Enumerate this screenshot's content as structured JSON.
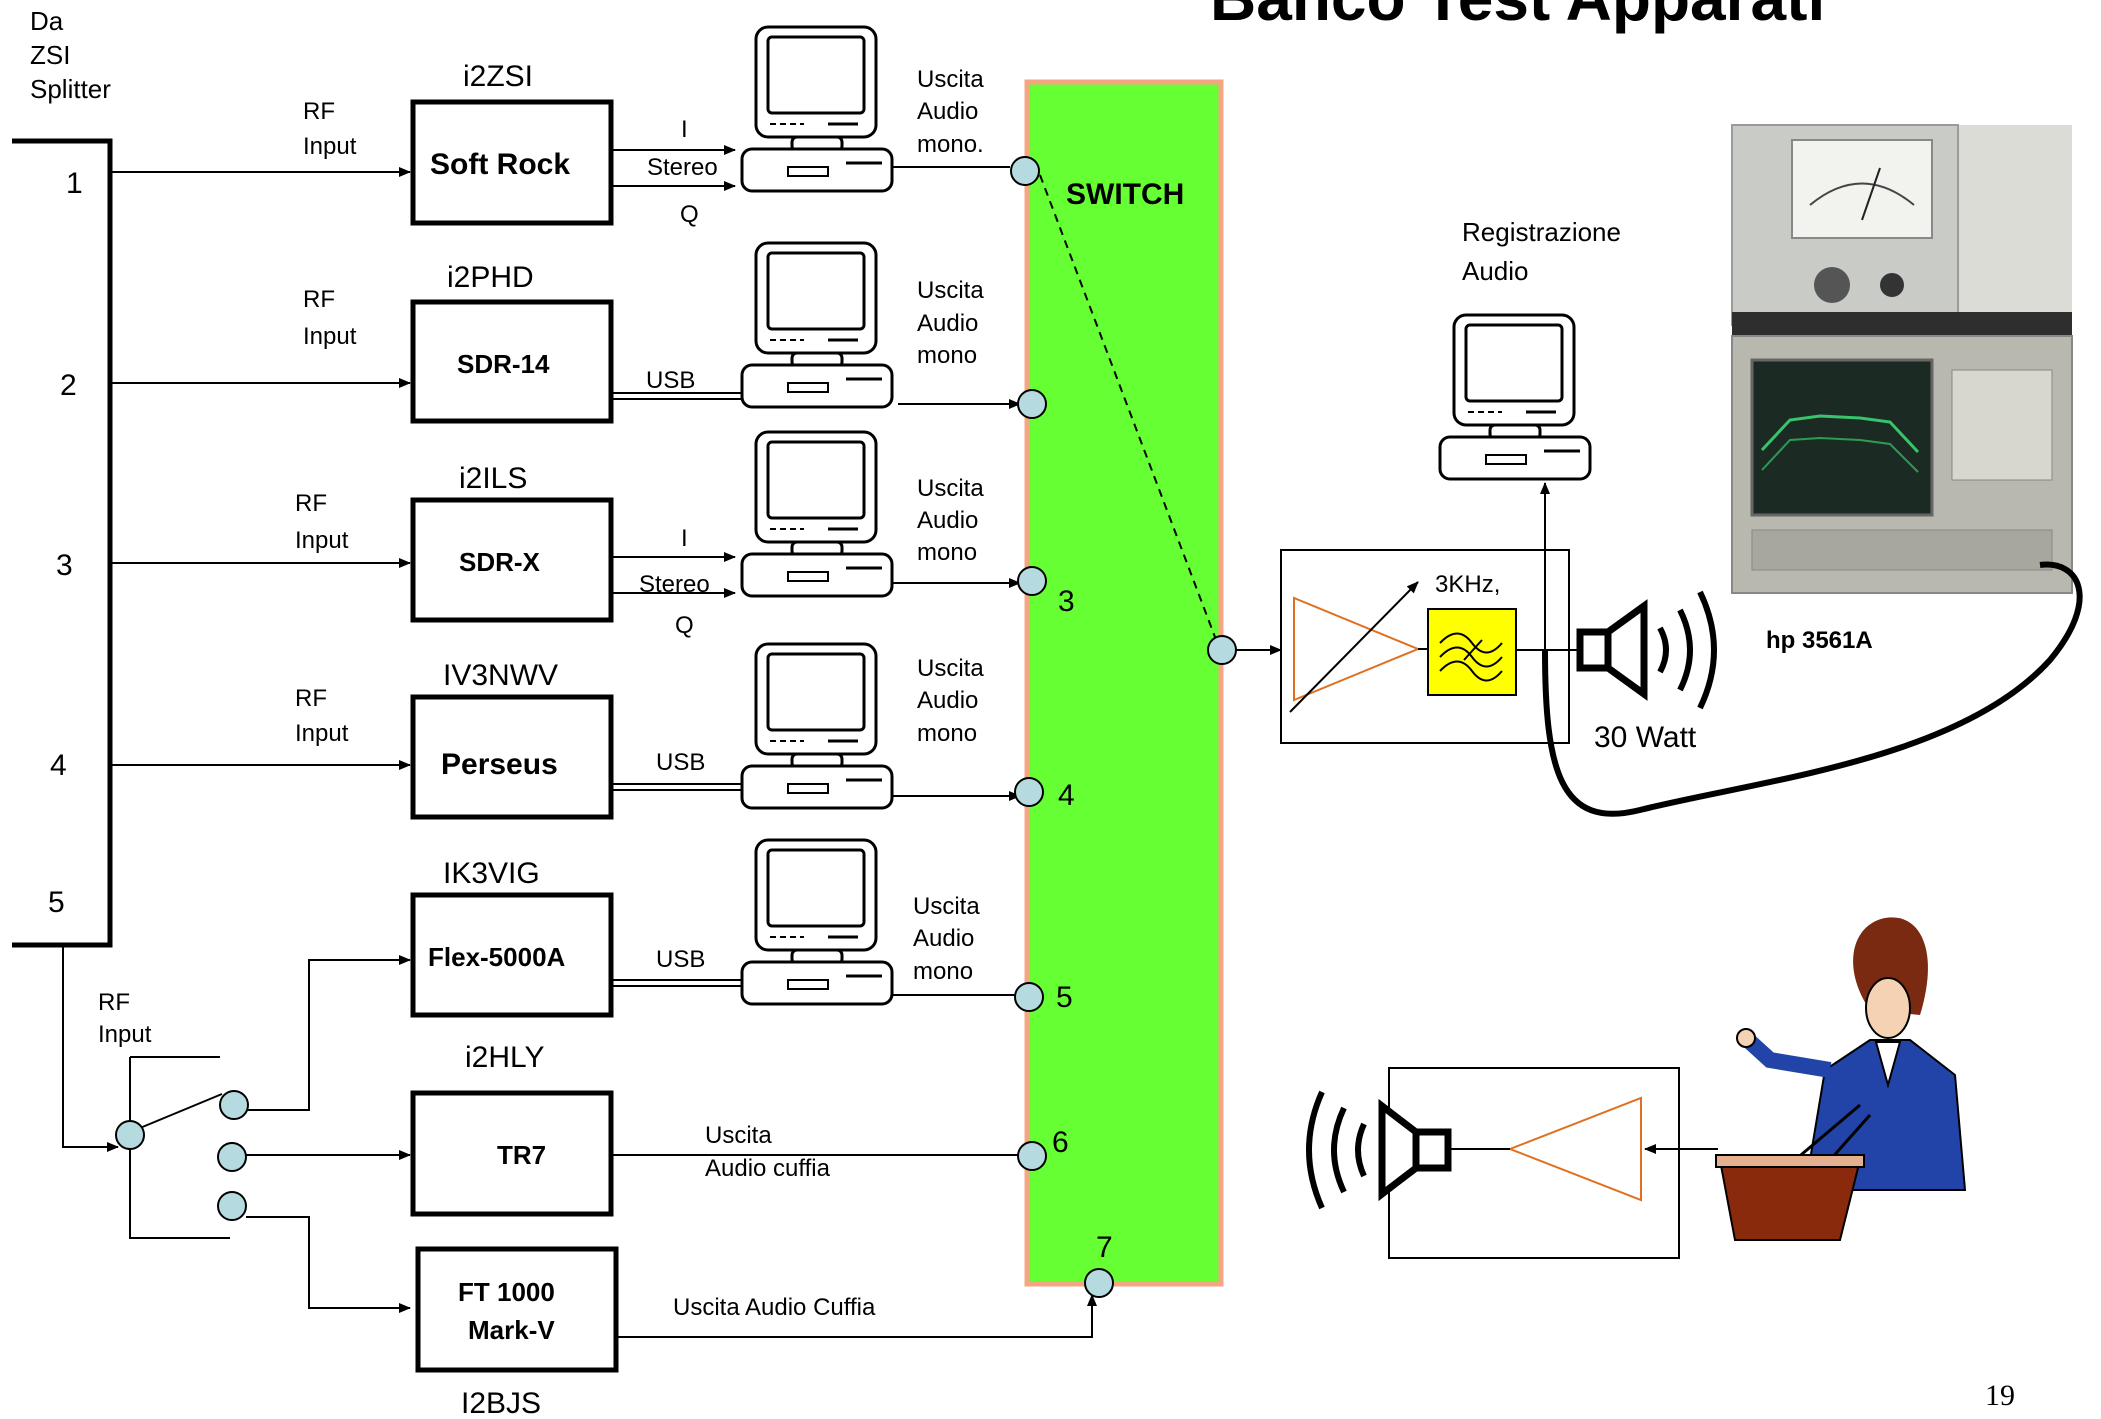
{
  "title": "Banco Test Apparati",
  "page_number": "19",
  "splitter": {
    "line1": "Da",
    "line2": "ZSI",
    "line3": "Splitter",
    "ports": [
      "1",
      "2",
      "3",
      "4",
      "5"
    ]
  },
  "rf_label": {
    "line1": "RF",
    "line2": "Input"
  },
  "receivers": [
    {
      "id": "softrock",
      "call": "i2ZSI",
      "name": "Soft  Rock",
      "link_label": "I",
      "link_label2": "Stereo",
      "link_label3": "Q",
      "out1": "Uscita",
      "out2": "Audio",
      "out3": "mono.",
      "port": ""
    },
    {
      "id": "sdr14",
      "call": "i2PHD",
      "name": "SDR-14",
      "link_label": "USB",
      "out1": "Uscita",
      "out2": "Audio",
      "out3": " mono",
      "port": ""
    },
    {
      "id": "sdrx",
      "call": "i2ILS",
      "name": "SDR-X",
      "link_label": "I",
      "link_label2": "Stereo",
      "link_label3": "Q",
      "out1": "Uscita",
      "out2": "Audio",
      "out3": "mono",
      "port": "3"
    },
    {
      "id": "perseus",
      "call": "IV3NWV",
      "name": "Perseus",
      "link_label": "USB",
      "out1": "Uscita",
      "out2": "Audio",
      "out3": "mono",
      "port": "4"
    },
    {
      "id": "flex",
      "call": "IK3VIG",
      "name": "Flex-5000A",
      "link_label": "USB",
      "out1": "Uscita",
      "out2": "Audio",
      "out3": "mono",
      "port": "5"
    }
  ],
  "tr7": {
    "call": "i2HLY",
    "name": "TR7",
    "out1": "Uscita",
    "out2": "Audio cuffia",
    "port": "6"
  },
  "ft1000": {
    "call": "I2BJS",
    "name1": "FT 1000",
    "name2": "Mark-V",
    "out": "Uscita Audio  Cuffia",
    "port": "7"
  },
  "switch": {
    "label": "SWITCH",
    "color": "#66ff33",
    "border": "#f4a582"
  },
  "amp": {
    "filter_label": "3KHz,",
    "filter_color": "#ffff00",
    "triangle_color": "#e07020",
    "speaker_label": "30 Watt"
  },
  "recording": {
    "line1": "Registrazione",
    "line2": "Audio"
  },
  "analyzer": {
    "label": "hp 3561A"
  }
}
